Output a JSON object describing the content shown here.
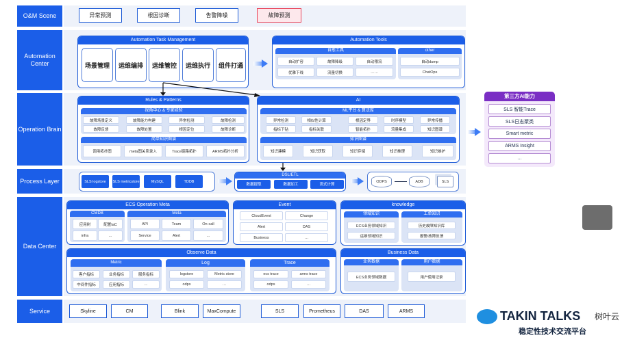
{
  "rows": {
    "om": "O&M Scene",
    "auto": "Automation Center",
    "brain": "Operation Brain",
    "process": "Process Layer",
    "data": "Data Center",
    "service": "Service"
  },
  "om_scenes": [
    "异常预测",
    "根因诊断",
    "告警降噪",
    "故障预测"
  ],
  "atm": {
    "title": "Automation Task Management",
    "items": [
      "场景管理",
      "运维编排",
      "运维管控",
      "运维执行",
      "组件打通"
    ]
  },
  "tools": {
    "title": "Automation Tools",
    "selfheal": {
      "title": "自愈工具",
      "items": [
        "自动扩容",
        "故障降级",
        "自动限流",
        "优雅下线",
        "流量切换",
        "……"
      ]
    },
    "other": {
      "title": "other",
      "items": [
        "自动dump",
        "ChatOps"
      ]
    }
  },
  "rules": {
    "title": "Rules & Patterns",
    "sub1": {
      "title": "视角中心 & 专家经验",
      "row1": [
        "故障场景定义",
        "故障能力构建",
        "异常检测",
        "故障检测"
      ],
      "row2": [
        "故障反馈",
        "故障处置",
        "根因定位",
        "故障诊断"
      ]
    },
    "sub2": {
      "title": "简单知识图谱",
      "items": [
        "调用拓扑图",
        "meta图关系录入",
        "Trace链路拓扑",
        "ARMS拓扑分析"
      ]
    }
  },
  "ai": {
    "title": "AI",
    "sub1": {
      "title": "ML平台 & 算法库",
      "items": [
        "异常检测",
        "相似性计算",
        "根因定界",
        "时序模型",
        "异常传播",
        "指标下钻",
        "指标关联",
        "智能拓扑",
        "流量集成",
        "知识图谱"
      ]
    },
    "sub2": {
      "title": "知识图谱",
      "items": [
        "知识建模",
        "知识获取",
        "知识存储",
        "知识推理",
        "知识维护"
      ]
    }
  },
  "third": {
    "title": "第三方AI能力",
    "items": [
      "SLS 智能Trace",
      "SLS日志聚类",
      "Smart metric",
      "ARMS Insight",
      "…"
    ]
  },
  "process": {
    "sources": [
      "SLS logstore",
      "SLS metricstore",
      "MySQL",
      "TDDB"
    ],
    "etl": {
      "title": "DSL/ETL",
      "items": [
        "数据提取",
        "数据加工",
        "流式计算"
      ]
    },
    "stores": [
      "ODPS",
      "ADB",
      "SLS"
    ]
  },
  "ecs": {
    "title": "ECS Operation Meta",
    "cmdb": {
      "title": "CMDB",
      "items": [
        "应用树",
        "配置IaC",
        "infra",
        "…"
      ]
    },
    "meta": {
      "title": "Meta",
      "items": [
        "API",
        "Team",
        "On-call",
        "Service",
        "Alert",
        "…"
      ]
    }
  },
  "event": {
    "title": "Event",
    "items": [
      "CloudEvent",
      "Change",
      "Alert",
      "DAS",
      "Business",
      "…"
    ]
  },
  "knowledge": {
    "title": "knowledge",
    "domain": {
      "title": "领域知识",
      "items": [
        "ECS业务领域知识",
        "运维领域知识"
      ]
    },
    "ticket": {
      "title": "工单知识",
      "items": [
        "历史故障知识库",
        "报警/故障反馈"
      ]
    }
  },
  "observe": {
    "title": "Observe Data",
    "metric": {
      "title": "Metric",
      "items": [
        "客户指标",
        "业务指标",
        "服务指标",
        "中间件指标",
        "应用指标",
        "…"
      ]
    },
    "log": {
      "title": "Log",
      "items": [
        "logstore",
        "Metric store",
        "odps",
        "…"
      ]
    },
    "trace": {
      "title": "Trace",
      "items": [
        "ecs trace",
        "arms trace",
        "odps",
        "…"
      ]
    }
  },
  "business": {
    "title": "Business Data",
    "biz": {
      "title": "业务数据",
      "items": [
        "ECS业务领域数据"
      ]
    },
    "user": {
      "title": "用户数据",
      "items": [
        "用户使用记录"
      ]
    }
  },
  "services": [
    "Skyline",
    "CM",
    "Blink",
    "MaxCompute",
    "SLS",
    "Prometheus",
    "DAS",
    "ARMS"
  ],
  "logo": {
    "brand": "TAKIN TALKS",
    "sub": "树叶云",
    "slogan": "稳定性技术交流平台"
  },
  "colors": {
    "primary": "#1b5ee8",
    "highlight": "#e8445a",
    "purple": "#7a2ec4"
  }
}
